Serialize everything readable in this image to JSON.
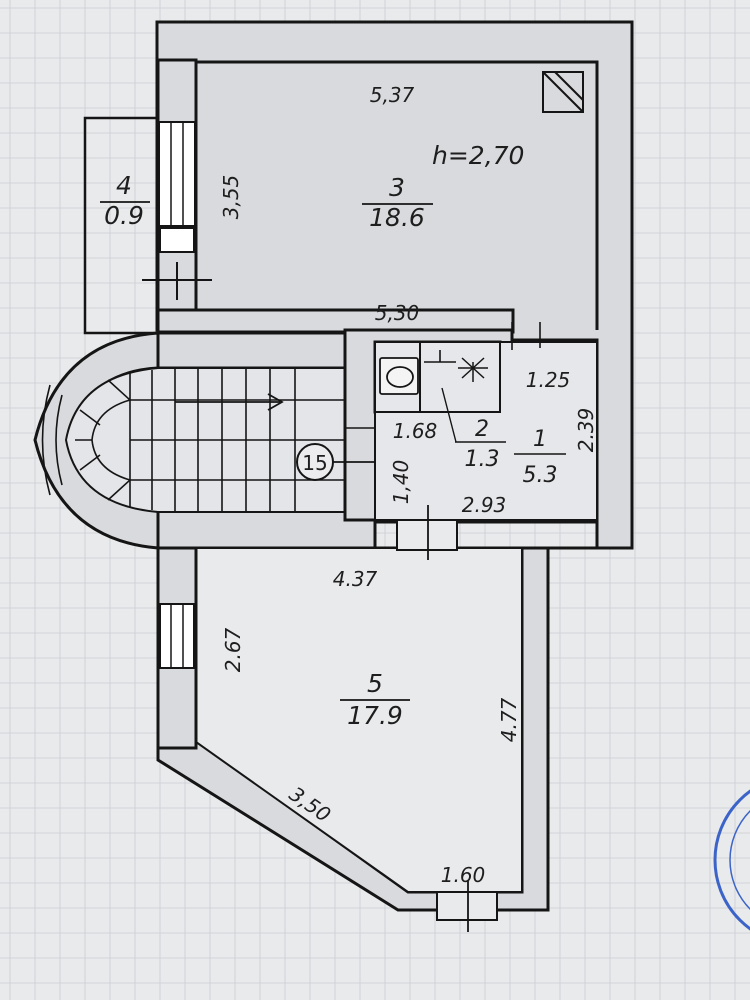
{
  "rooms": [
    {
      "number": "3",
      "area": "18.6"
    },
    {
      "number": "4",
      "area": "0.9"
    },
    {
      "number": "2",
      "area": "1.3"
    },
    {
      "number": "1",
      "area": "5.3"
    },
    {
      "number": "5",
      "area": "17.9"
    }
  ],
  "height_label": "h=2,70",
  "stair_number": "15",
  "dimensions": [
    "5,37",
    "3,55",
    "5,30",
    "1.25",
    "2.39",
    "1.68",
    "1,40",
    "2.93",
    "4.37",
    "2.67",
    "4.77",
    "3,50",
    "1.60"
  ],
  "colors": {
    "paper": "#e9eaec",
    "grid": "#c9cdd3",
    "wall_fill": "#d9dadd",
    "ink": "#151515",
    "stamp": "#3c64c8"
  },
  "icons": [
    "ventilation-shaft-icon",
    "toilet-icon",
    "sink-icon",
    "shower-icon",
    "stair-arrow-icon"
  ]
}
